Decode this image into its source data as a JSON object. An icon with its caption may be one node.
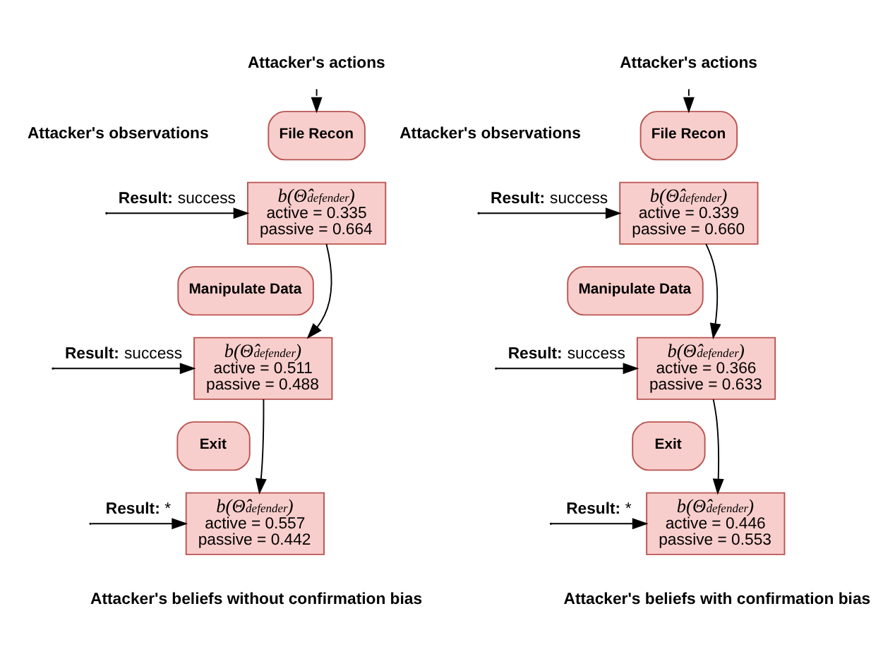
{
  "diagram": {
    "nodes": [
      {
        "text": [
          "Attacker's actions"
        ]
      },
      {
        "text": [
          "File Recon"
        ]
      },
      {
        "text": [
          "b(Θ̂$_{defender}$)",
          "active = 0.335",
          "passive = 0.664"
        ]
      },
      {
        "text": [
          "Manipulate Data"
        ]
      },
      {
        "text": [
          "b(Θ̂$_{defender}$)",
          "active = 0.511",
          "passive = 0.488"
        ]
      },
      {
        "text": [
          "Exit"
        ]
      },
      {
        "text": [
          "b(Θ̂$_{defender}$)",
          "active = 0.557",
          "passive = 0.442"
        ]
      },
      {
        "text": [
          "Attacker's actions"
        ]
      },
      {
        "text": [
          "File Recon"
        ]
      },
      {
        "text": [
          "b(Θ̂$_{defender}$)",
          "active = 0.339",
          "passive = 0.660"
        ]
      },
      {
        "text": [
          "Manipulate Data"
        ]
      },
      {
        "text": [
          "b(Θ̂$_{defender}$)",
          "active = 0.366",
          "passive = 0.633"
        ]
      },
      {
        "text": [
          "Exit"
        ]
      },
      {
        "text": [
          "b(Θ̂$_{defender}$)",
          "active = 0.446",
          "passive = 0.553"
        ]
      }
    ],
    "edges": [
      {
        "from": 0,
        "to": 1,
        "arrow": "to",
        "style": "dashed"
      },
      {
        "from": null,
        "to": 2,
        "arrow": "to",
        "label": "**Result:** success"
      },
      {
        "from": 2,
        "to": 4,
        "arrow": "to"
      },
      {
        "from": null,
        "to": 4,
        "arrow": "to",
        "label": "**Result:** success"
      },
      {
        "from": 4,
        "to": 6,
        "arrow": "to"
      },
      {
        "from": null,
        "to": 6,
        "arrow": "to",
        "label": "**Result: ***"
      },
      {
        "from": 7,
        "to": 8,
        "arrow": "to",
        "style": "dashed"
      },
      {
        "from": null,
        "to": 9,
        "arrow": "to",
        "label": "**Result:** success"
      },
      {
        "from": 9,
        "to": 11,
        "arrow": "to"
      },
      {
        "from": null,
        "to": 11,
        "arrow": "to",
        "label": "**Result:** success"
      },
      {
        "from": 11,
        "to": 13,
        "arrow": "to"
      },
      {
        "from": null,
        "to": 13,
        "arrow": "to",
        "label": "**Result: ***"
      }
    ],
    "labels": [
      "Attacker's observations",
      "Attacker's observations",
      "Attacker's beliefs without confirmation bias",
      "Attacker's beliefs with confirmation bias"
    ]
  }
}
